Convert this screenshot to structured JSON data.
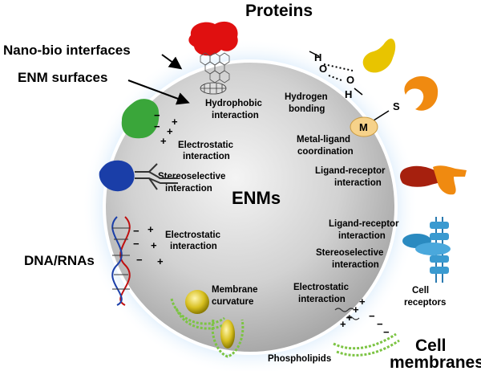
{
  "titles": {
    "proteins": "Proteins",
    "nano_bio": "Nano-bio interfaces",
    "enm_surfaces": "ENM surfaces",
    "center": "ENMs",
    "dna": "DNA/RNAs",
    "cell_membranes_1": "Cell",
    "cell_membranes_2": "membranes",
    "cell_receptors_1": "Cell",
    "cell_receptors_2": "receptors",
    "phospholipids": "Phospholipids"
  },
  "interactions": {
    "hydrophobic": [
      "Hydrophobic",
      "interaction"
    ],
    "hydrogen": [
      "Hydrogen",
      "bonding"
    ],
    "electrostatic_1": [
      "Electrostatic",
      "interaction"
    ],
    "metal_ligand": [
      "Metal-ligand",
      "coordination"
    ],
    "stereoselective_1": [
      "Stereoselective",
      "interaction"
    ],
    "ligand_receptor_1": [
      "Ligand-receptor",
      "interaction"
    ],
    "electrostatic_2": [
      "Electrostatic",
      "interaction"
    ],
    "ligand_receptor_2": [
      "Ligand-receptor",
      "interaction"
    ],
    "stereoselective_2": [
      "Stereoselective",
      "interaction"
    ],
    "membrane": [
      "Membrane",
      "curvature"
    ],
    "electrostatic_3": [
      "Electrostatic",
      "interaction"
    ]
  },
  "symbols": {
    "metal": "M",
    "sulfur": "S",
    "plus": "+",
    "minus": "−",
    "oxygen": "O",
    "hydrogen": "H"
  },
  "colors": {
    "sphere": "#c8c8c8",
    "halo": "#a9d0f2",
    "protein_red": "#e01010",
    "protein_yellow": "#e8c400",
    "protein_orange": "#f08a10",
    "protein_green": "#3aa63a",
    "protein_blue": "#1a3ea8",
    "receptor_blue": "#3a9ad0",
    "lipid_green": "#7cc443",
    "metal_gold": "#f6d28a"
  }
}
